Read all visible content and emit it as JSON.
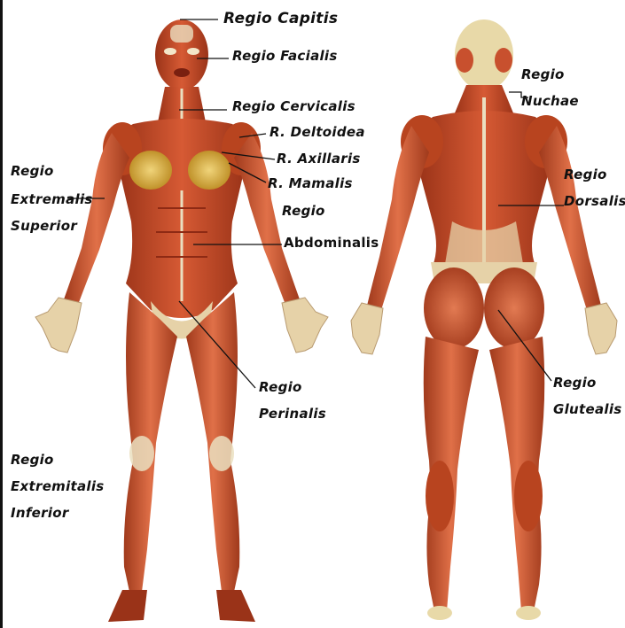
{
  "labels": {
    "capitis": "Regio Capitis",
    "facialis": "Regio Facialis",
    "cervicalis": "Regio Cervicalis",
    "deltoidea": "R. Deltoidea",
    "axillaris": "R. Axillaris",
    "mamalis": "R. Mamalis",
    "regio_abd": "Regio",
    "abdominalis": "Abdominalis",
    "ext_sup_1": "Regio",
    "ext_sup_2": "Extremalis",
    "ext_sup_3": "Superior",
    "perinalis_1": "Regio",
    "perinalis_2": "Perinalis",
    "ext_inf_1": "Regio",
    "ext_inf_2": "Extremitalis",
    "ext_inf_3": "Inferior",
    "nuchae_1": "Regio",
    "nuchae_2": "Nuchae",
    "dorsalis_1": "Regio",
    "dorsalis_2": "Dorsalis",
    "glutealis_1": "Regio",
    "glutealis_2": "Glutealis"
  },
  "colors": {
    "muscle": "#c8502e",
    "muscle_dark": "#8e2a14",
    "muscle_light": "#e07a50",
    "tendon": "#eadfc0",
    "breast": "#d9b23a",
    "skin": "#e6d2a8",
    "line": "#111111"
  }
}
